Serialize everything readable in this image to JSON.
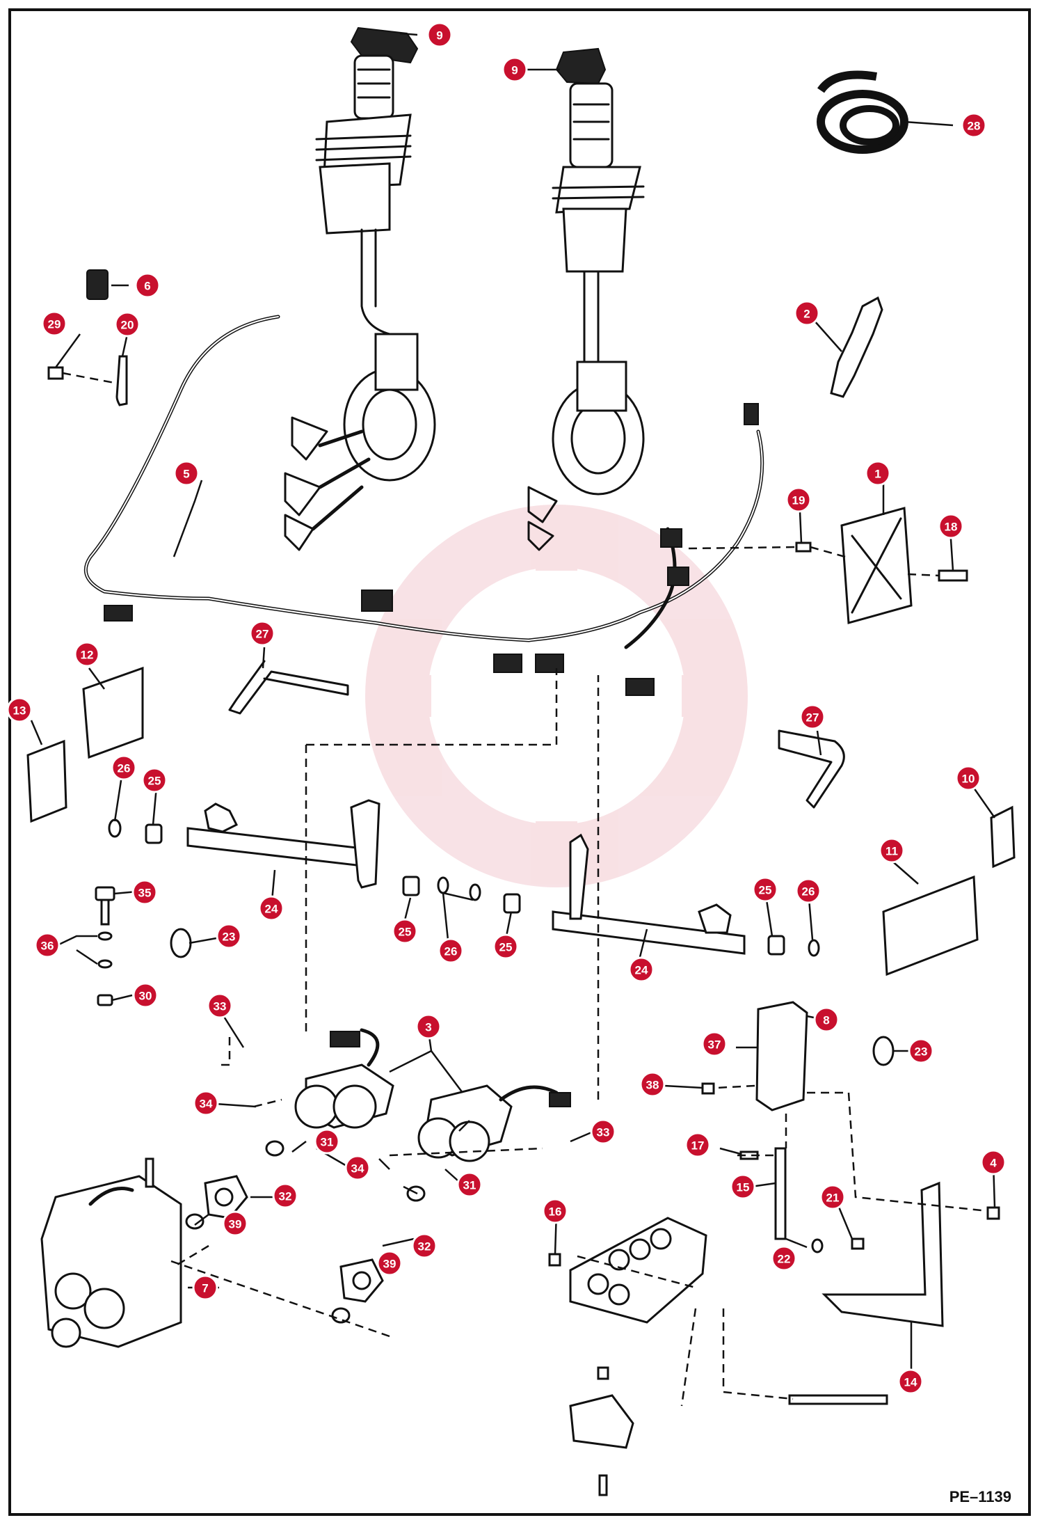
{
  "document": {
    "code": "PE–1139"
  },
  "colors": {
    "callout": "#c8102e",
    "line": "#111111",
    "background": "#ffffff"
  },
  "callouts": [
    {
      "label": "1"
    },
    {
      "label": "2"
    },
    {
      "label": "3"
    },
    {
      "label": "4"
    },
    {
      "label": "5"
    },
    {
      "label": "6"
    },
    {
      "label": "7"
    },
    {
      "label": "8"
    },
    {
      "label": "9"
    },
    {
      "label": "9"
    },
    {
      "label": "10"
    },
    {
      "label": "11"
    },
    {
      "label": "12"
    },
    {
      "label": "13"
    },
    {
      "label": "14"
    },
    {
      "label": "15"
    },
    {
      "label": "16"
    },
    {
      "label": "17"
    },
    {
      "label": "18"
    },
    {
      "label": "19"
    },
    {
      "label": "20"
    },
    {
      "label": "21"
    },
    {
      "label": "22"
    },
    {
      "label": "23"
    },
    {
      "label": "23"
    },
    {
      "label": "24"
    },
    {
      "label": "24"
    },
    {
      "label": "25"
    },
    {
      "label": "25"
    },
    {
      "label": "25"
    },
    {
      "label": "25"
    },
    {
      "label": "26"
    },
    {
      "label": "26"
    },
    {
      "label": "26"
    },
    {
      "label": "27"
    },
    {
      "label": "27"
    },
    {
      "label": "28"
    },
    {
      "label": "29"
    },
    {
      "label": "30"
    },
    {
      "label": "31"
    },
    {
      "label": "31"
    },
    {
      "label": "32"
    },
    {
      "label": "32"
    },
    {
      "label": "33"
    },
    {
      "label": "33"
    },
    {
      "label": "34"
    },
    {
      "label": "34"
    },
    {
      "label": "35"
    },
    {
      "label": "36"
    },
    {
      "label": "37"
    },
    {
      "label": "38"
    },
    {
      "label": "39"
    },
    {
      "label": "39"
    }
  ]
}
